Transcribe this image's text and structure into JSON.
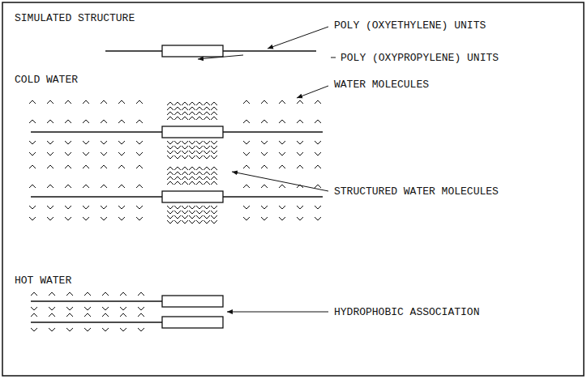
{
  "diagram": {
    "labels": [
      "SIMULATED STRUCTURE",
      "POLY (OXYETHYLENE) UNITS",
      "POLY (OXYPROPYLENE) UNITS",
      "COLD WATER",
      "WATER MOLECULES",
      "STRUCTURED WATER MOLECULES",
      "HOT WATER",
      "HYDROPHOBIC ASSOCIATION"
    ]
  }
}
